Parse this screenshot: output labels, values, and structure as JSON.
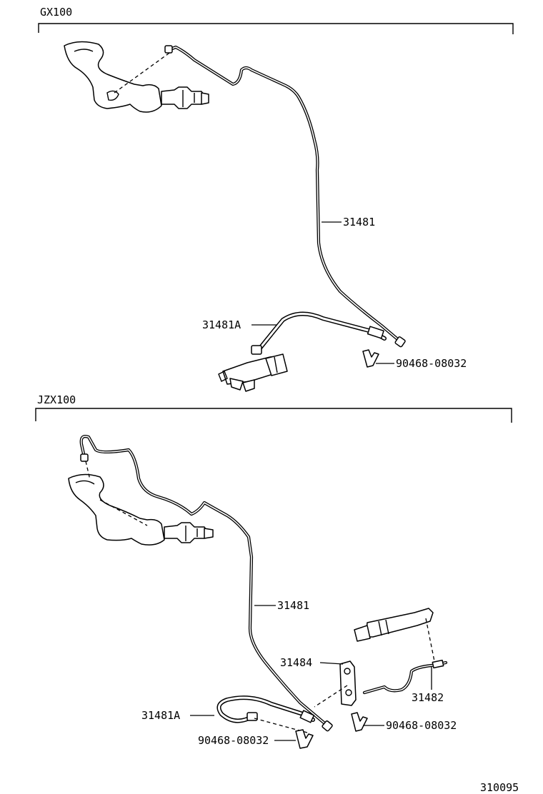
{
  "sections": [
    {
      "title": "GX100",
      "labels": {
        "tube": "31481",
        "hose": "31481A",
        "clip": "90468-08032"
      }
    },
    {
      "title": "JZX100",
      "labels": {
        "tube": "31481",
        "bracket": "31484",
        "tube2": "31482",
        "clip_right": "90468-08032",
        "hose": "31481A",
        "clip_left": "90468-08032"
      }
    }
  ],
  "figure_code": "310095"
}
